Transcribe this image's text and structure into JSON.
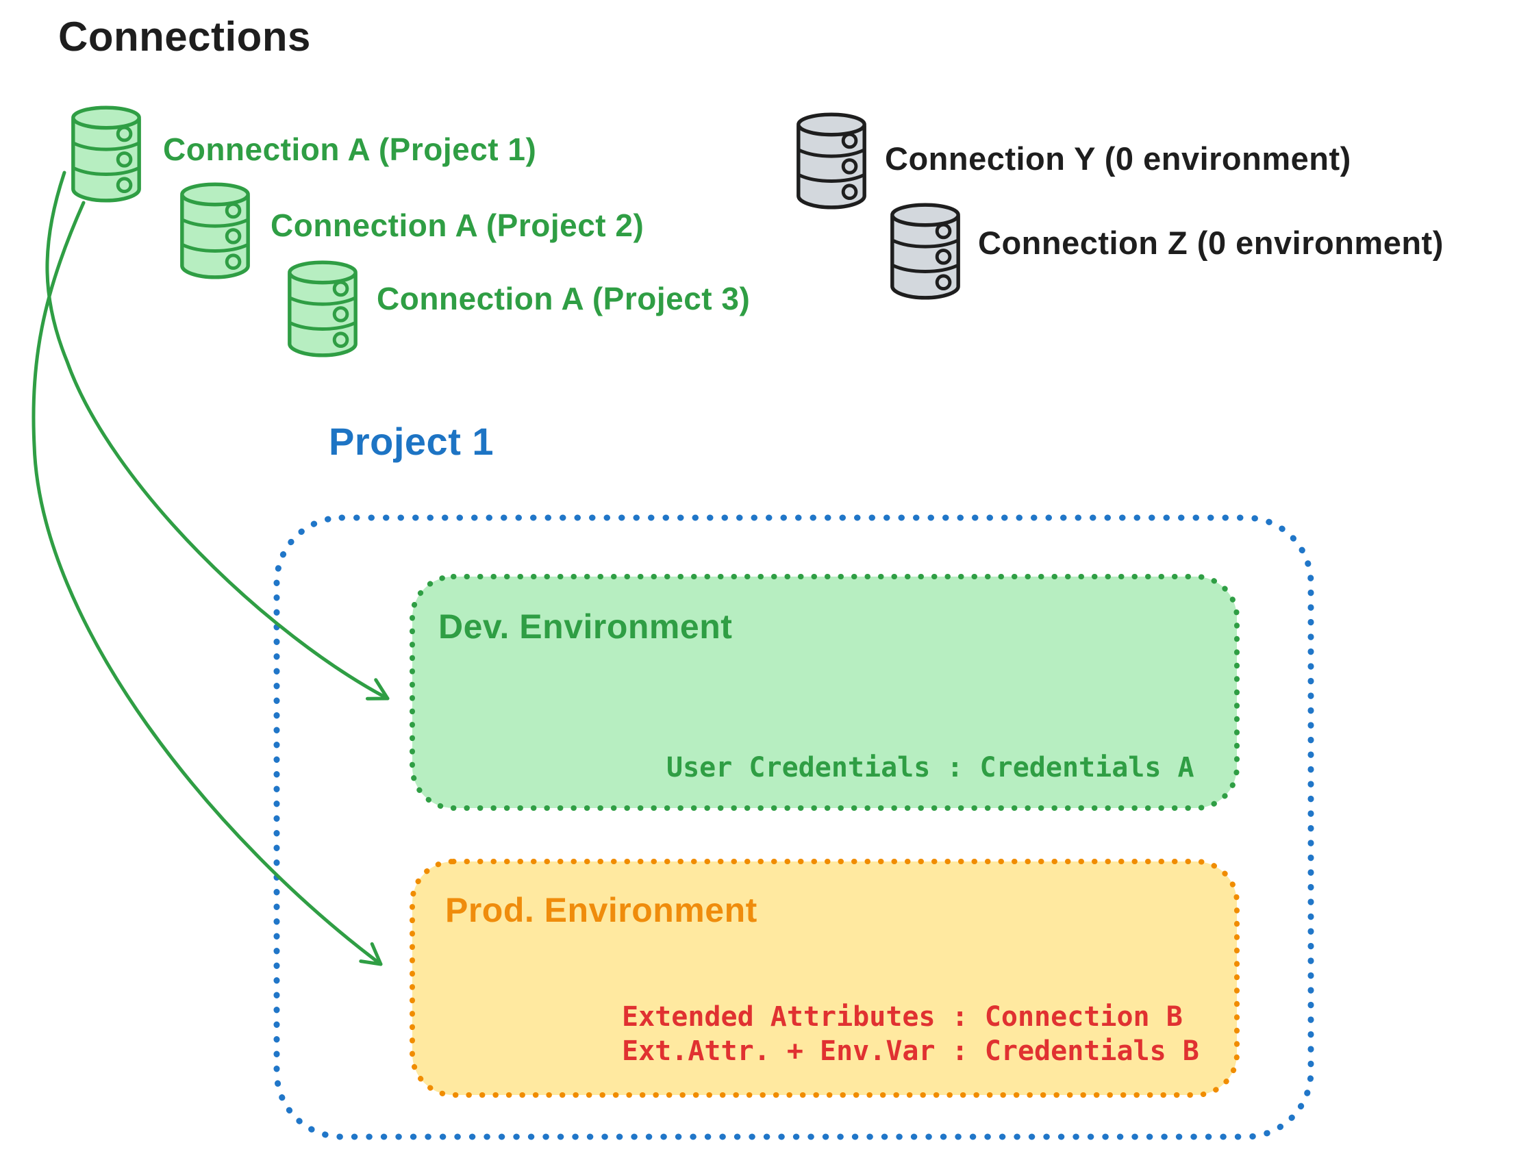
{
  "title": "Connections",
  "project_connections": [
    {
      "label": "Connection A (Project 1)"
    },
    {
      "label": "Connection A (Project 2)"
    },
    {
      "label": "Connection A (Project 3)"
    }
  ],
  "unassigned_connections": [
    {
      "label": "Connection Y (0 environment)"
    },
    {
      "label": "Connection Z (0 environment)"
    }
  ],
  "project": {
    "title": "Project 1",
    "dev_environment": {
      "name": "Dev. Environment",
      "mappings": [
        "User Credentials : Credentials A"
      ]
    },
    "prod_environment": {
      "name": "Prod. Environment",
      "mappings": [
        "Extended Attributes : Connection B",
        "Ext.Attr. + Env.Var : Credentials B"
      ]
    }
  },
  "icons": {
    "green_database": "database-icon",
    "gray_database": "database-icon",
    "arrows": [
      "arrow-to-dev-environment",
      "arrow-to-prod-environment"
    ]
  },
  "colors": {
    "green_stroke": "#2f9e44",
    "green_fill": "#b7eec1",
    "orange_stroke": "#f08c00",
    "orange_fill": "#ffe9a0",
    "blue": "#1d74c4",
    "red": "#e03131",
    "ink": "#1e1e1e",
    "gray_fill": "#d3d8dd"
  }
}
